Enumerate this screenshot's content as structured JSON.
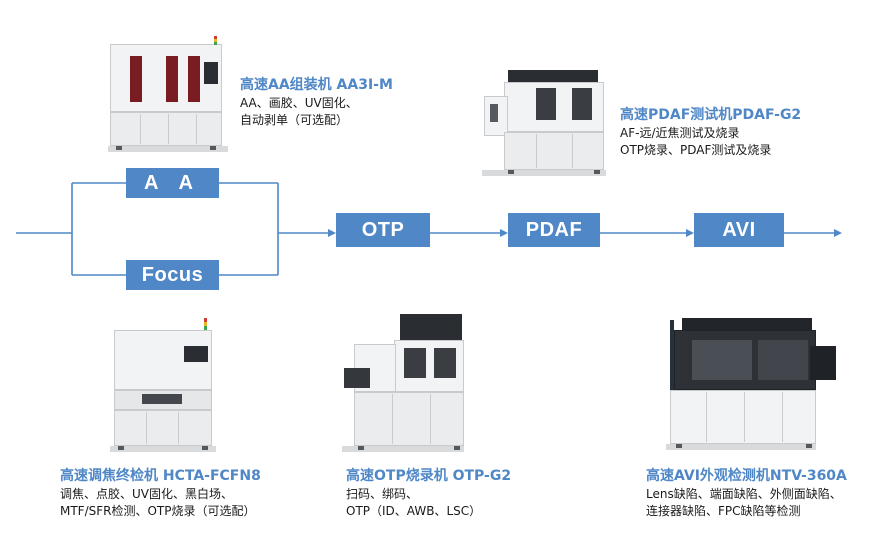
{
  "stages": {
    "aa": "A A",
    "focus": "Focus",
    "otp": "OTP",
    "pdaf": "PDAF",
    "avi": "AVI"
  },
  "machines": {
    "aa3i": {
      "title": "高速AA组装机 AA3I-M",
      "lines": [
        "AA、画胶、UV固化、",
        "自动剥单（可选配）"
      ]
    },
    "pdaf": {
      "title": "高速PDAF测试机PDAF-G2",
      "lines": [
        "AF-远/近焦测试及烧录",
        "OTP烧录、PDAF测试及烧录"
      ]
    },
    "hcta": {
      "title": "高速调焦终检机 HCTA-FCFN8",
      "lines": [
        "调焦、点胶、UV固化、黑白场、",
        "MTF/SFR检测、OTP烧录（可选配）"
      ]
    },
    "otp": {
      "title": "高速OTP烧录机 OTP-G2",
      "lines": [
        "扫码、绑码、",
        "OTP（ID、AWB、LSC）"
      ]
    },
    "avi": {
      "title": "高速AVI外观检测机NTV-360A",
      "lines": [
        "Lens缺陷、端面缺陷、外侧面缺陷、",
        "连接器缺陷、FPC缺陷等检测"
      ]
    }
  },
  "colors": {
    "accent": "#4f87c7",
    "text": "#1a1a1a",
    "background": "#ffffff"
  }
}
